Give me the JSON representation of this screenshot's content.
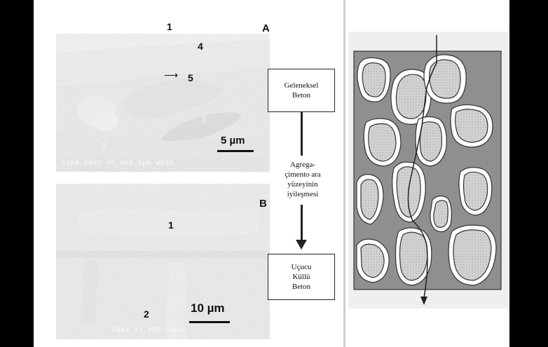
{
  "panel_a": {
    "label": "A",
    "markers": [
      "1",
      "4",
      "5",
      "3",
      "2"
    ],
    "scale": "5 µm",
    "meta": "1300  20KV   X5,000   1µm  WD33"
  },
  "panel_b": {
    "label": "B",
    "markers": [
      "1",
      "2"
    ],
    "scale": "10 µm",
    "meta": "20KV  X1,000  10µm"
  },
  "flow": {
    "top_box": [
      "Geleneksel",
      "Beton"
    ],
    "middle_text": [
      "Agrega-",
      "çimento ara",
      "yüzeyinin",
      "iyileşmesi"
    ],
    "bottom_box": [
      "Uçucu",
      "Küllü",
      "Beton"
    ]
  },
  "colors": {
    "frame": "#000000",
    "diagram_fill": "#8f8f8f",
    "aggregate_fill": "#d6d6d6",
    "halo": "#ffffff",
    "arrow": "#222222"
  }
}
